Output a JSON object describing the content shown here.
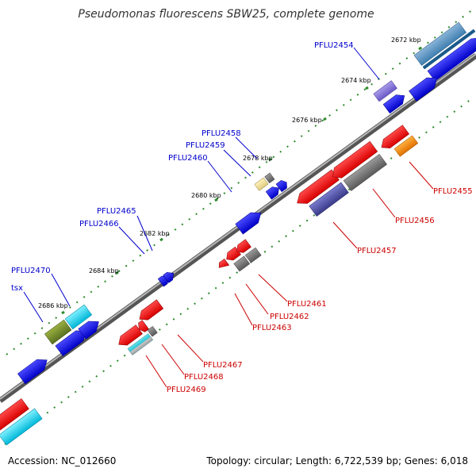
{
  "title": "Pseudomonas fluorescens SBW25, complete genome",
  "footer": {
    "accession": "Accession: NC_012660",
    "summary": "Topology: circular; Length: 6,722,539 bp; Genes: 6,018"
  },
  "colors": {
    "backbone": "#888888",
    "tick": "#2e8b2e",
    "blue_gene": "#0000dd",
    "red_gene": "#ee0000",
    "gray_gene": "#777777",
    "blue_label": "#0000cc",
    "red_label": "#cc0000"
  },
  "kbp_labels": [
    "2672 kbp",
    "2674 kbp",
    "2676 kbp",
    "2678 kbp",
    "2680 kbp",
    "2682 kbp",
    "2684 kbp",
    "2686 kbp"
  ],
  "gene_labels_forward": [
    "PFLU2454",
    "PFLU2458",
    "PFLU2459",
    "PFLU2460",
    "PFLU2465",
    "PFLU2466",
    "PFLU2470",
    "tsx"
  ],
  "gene_labels_reverse": [
    "PFLU2455",
    "PFLU2456",
    "PFLU2457",
    "PFLU2461",
    "PFLU2462",
    "PFLU2463",
    "PFLU2467",
    "PFLU2468",
    "PFLU2469"
  ]
}
